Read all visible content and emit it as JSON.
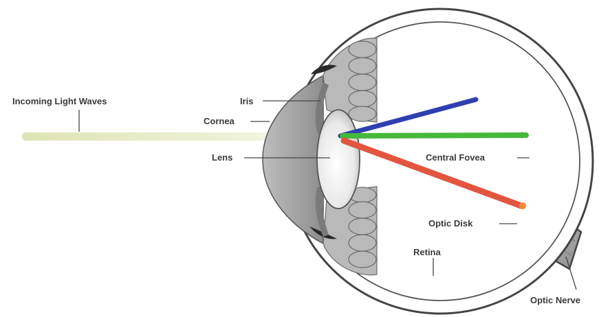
{
  "labels": {
    "incoming_light": "Incoming Light Waves",
    "iris": "Iris",
    "cornea": "Cornea",
    "lens": "Lens",
    "central_fovea": "Central Fovea",
    "optic_disk": "Optic Disk",
    "retina": "Retina",
    "optic_nerve": "Optic Nerve"
  },
  "colors": {
    "ray_blue": "#2f3fb0",
    "ray_green": "#46b83a",
    "ray_red": "#e2553f",
    "incoming_beam": "#e8ecc4",
    "sclera_outline": "#444444",
    "cornea_fill": "#9d9d9d",
    "ciliary_fill": "#b9b9b9",
    "lens_fill": "#eeeeee"
  }
}
